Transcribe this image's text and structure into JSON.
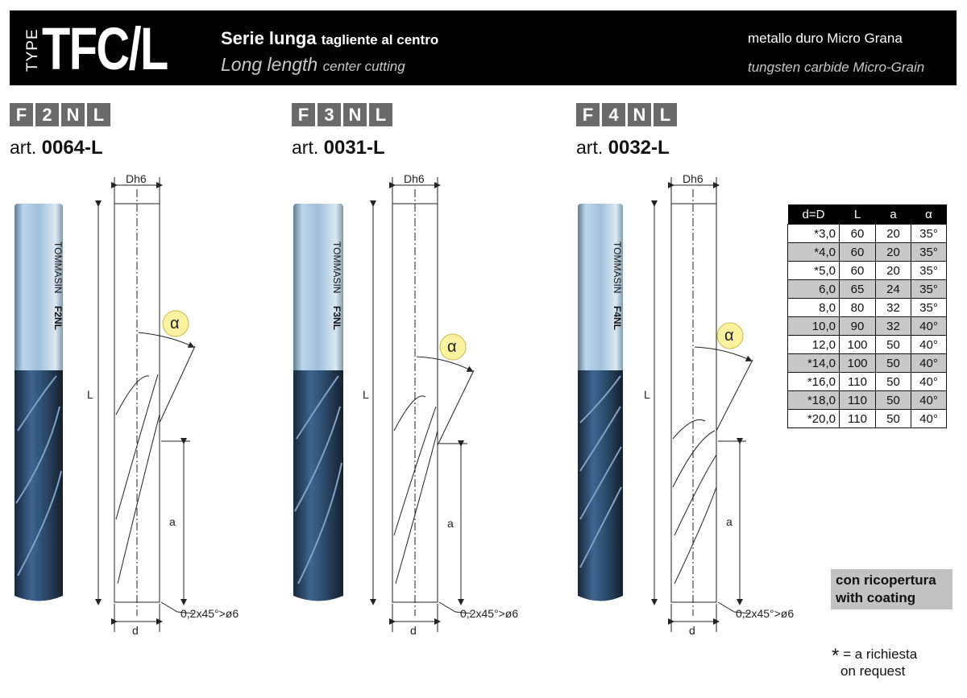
{
  "header": {
    "type_label": "TYPE",
    "model": "TFC/L",
    "it_main": "Serie lunga",
    "it_sub": "tagliente al centro",
    "en_main": "Long length",
    "en_sub": "center cutting",
    "material_it": "metallo duro Micro Grana",
    "material_en": "tungsten carbide Micro-Grain"
  },
  "tools": [
    {
      "code": [
        "F",
        "2",
        "N",
        "L"
      ],
      "art_prefix": "art.",
      "art_num": "0064-L",
      "shank_text": "F2NL",
      "brand": "TOMMASIN",
      "flutes": 2
    },
    {
      "code": [
        "F",
        "3",
        "N",
        "L"
      ],
      "art_prefix": "art.",
      "art_num": "0031-L",
      "shank_text": "F3NL",
      "brand": "TOMMASIN",
      "flutes": 3
    },
    {
      "code": [
        "F",
        "4",
        "N",
        "L"
      ],
      "art_prefix": "art.",
      "art_num": "0032-L",
      "shank_text": "F4NL",
      "brand": "TOMMASIN",
      "flutes": 4
    }
  ],
  "dims": {
    "dh6": "Dh6",
    "L": "L",
    "a": "a",
    "d": "d",
    "alpha": "α",
    "chamfer": "0,2x45°>ø6"
  },
  "table": {
    "headers": [
      "d=D",
      "L",
      "a",
      "α"
    ],
    "rows": [
      [
        "*3,0",
        "60",
        "20",
        "35°"
      ],
      [
        "*4,0",
        "60",
        "20",
        "35°"
      ],
      [
        "*5,0",
        "60",
        "20",
        "35°"
      ],
      [
        "6,0",
        "65",
        "24",
        "35°"
      ],
      [
        "8,0",
        "80",
        "32",
        "35°"
      ],
      [
        "10,0",
        "90",
        "32",
        "40°"
      ],
      [
        "12,0",
        "100",
        "50",
        "40°"
      ],
      [
        "*14,0",
        "100",
        "50",
        "40°"
      ],
      [
        "*16,0",
        "110",
        "50",
        "40°"
      ],
      [
        "*18,0",
        "110",
        "50",
        "40°"
      ],
      [
        "*20,0",
        "110",
        "50",
        "40°"
      ]
    ]
  },
  "coating": {
    "line1": "con ricopertura",
    "line2": "with coating"
  },
  "note": {
    "star": "*",
    "line1": "= a richiesta",
    "line2": "on request"
  },
  "colors": {
    "coat_dark": "#1f3550",
    "coat_mid": "#3b5f86",
    "shank_light": "#a9c8df",
    "alpha_badge": "#fbf2a0"
  }
}
